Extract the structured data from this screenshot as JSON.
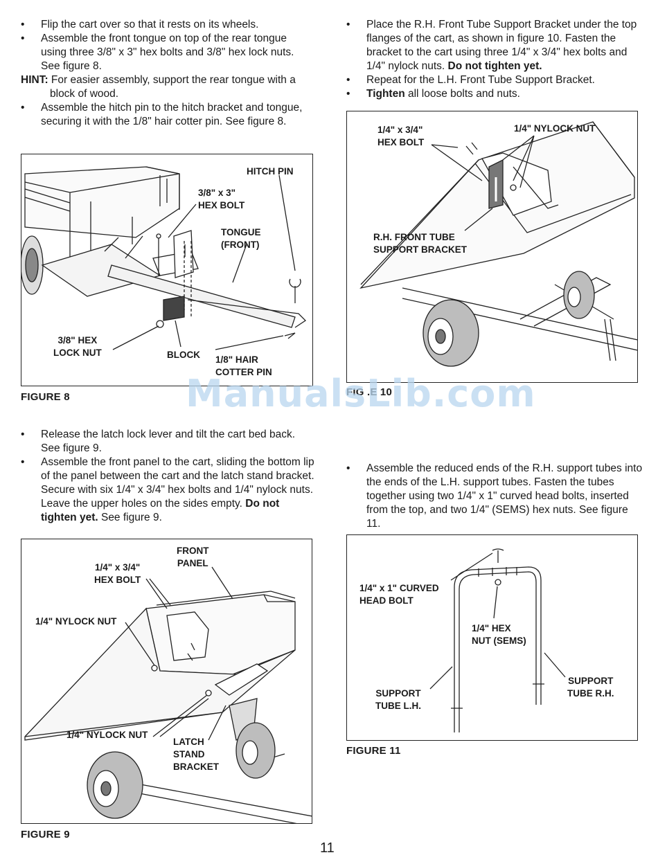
{
  "left_top": {
    "bullets": [
      "Flip the cart over so that it rests on its wheels.",
      "Assemble the front tongue on top of the rear tongue using three 3/8\" x 3\" hex bolts and 3/8\" hex lock nuts. See figure 8."
    ],
    "hint_label": "HINT:",
    "hint_text": " For easier assembly, support the rear tongue with a block of wood.",
    "bullets2": [
      "Assemble the hitch pin to the hitch bracket and tongue, securing it with the 1/8\" hair cotter pin. See figure 8."
    ]
  },
  "right_top": {
    "b1_pre": "Place the R.H. Front Tube Support Bracket under the top flanges of the cart, as shown in figure 10. Fasten the bracket to the cart using three 1/4\" x 3/4\" hex bolts and 1/4\" nylock nuts. ",
    "b1_bold": "Do not tighten yet.",
    "b2": "Repeat for the L.H. Front Tube Support Bracket.",
    "b3_bold": "Tighten",
    "b3_rest": " all loose bolts and nuts."
  },
  "figure8": {
    "caption": "FIGURE 8",
    "callouts": {
      "hitch_pin": "HITCH PIN",
      "hex_bolt": "3/8\" x 3\"\nHEX BOLT",
      "tongue": "TONGUE\n(FRONT)",
      "lock_nut": "3/8\" HEX\nLOCK NUT",
      "block": "BLOCK",
      "cotter_pin": "1/8\" HAIR\nCOTTER PIN"
    }
  },
  "figure10": {
    "caption": "FIG  .E 10",
    "callouts": {
      "hex_bolt": "1/4\" x 3/4\"\nHEX BOLT",
      "nylock": "1/4\" NYLOCK NUT",
      "bracket": "R.H. FRONT TUBE\nSUPPORT BRACKET"
    }
  },
  "watermark": "ManualsLib.com",
  "left_mid": {
    "b1": "Release the latch lock lever and tilt the cart bed back. See figure 9.",
    "b2_pre": "Assemble the front panel to the cart, sliding the bottom lip of the panel between the cart and the latch stand bracket. Secure with six 1/4\" x 3/4\" hex bolts and 1/4\" nylock nuts. Leave the upper holes on the sides empty. ",
    "b2_bold": "Do not tighten yet.",
    "b2_post": " See figure 9."
  },
  "right_mid": {
    "b1": "Assemble the reduced ends of the R.H. support tubes into the ends of the L.H. support tubes. Fasten the tubes together using two 1/4\" x 1\" curved head bolts, inserted from the top, and two 1/4\" (SEMS) hex nuts. See figure 11."
  },
  "figure9": {
    "caption": "FIGURE 9",
    "callouts": {
      "front_panel": "FRONT\nPANEL",
      "hex_bolt": "1/4\" x 3/4\"\nHEX BOLT",
      "nylock_top": "1/4\" NYLOCK NUT",
      "nylock_bottom": "1/4\" NYLOCK NUT",
      "latch": "LATCH\nSTAND\nBRACKET"
    }
  },
  "figure11": {
    "caption": "FIGURE 11",
    "callouts": {
      "curved_bolt": "1/4\" x 1\" CURVED\nHEAD BOLT",
      "hex_nut": "1/4\" HEX\nNUT (SEMS)",
      "support_rh": "SUPPORT\nTUBE R.H.",
      "support_lh": "SUPPORT\nTUBE L.H."
    }
  },
  "page_number": "11"
}
